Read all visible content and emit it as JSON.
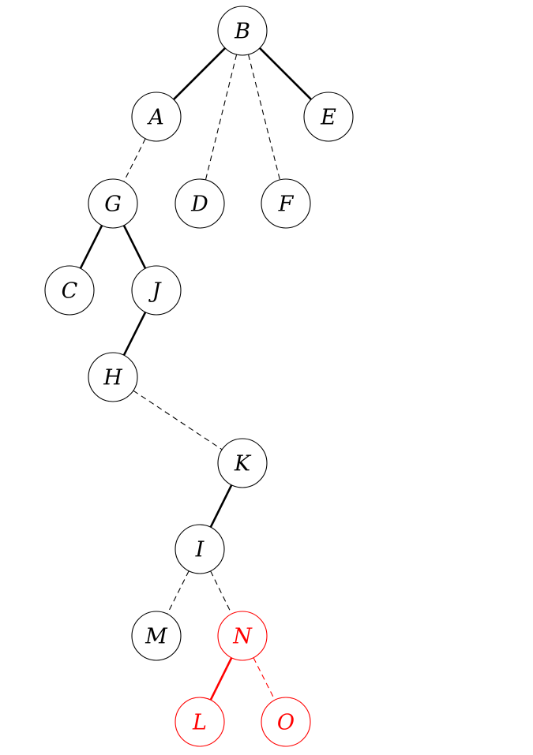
{
  "colors": {
    "default": "#000000",
    "highlight": "#ff0000"
  },
  "nodes": [
    {
      "id": "B",
      "label": "B",
      "highlight": false
    },
    {
      "id": "A",
      "label": "A",
      "highlight": false
    },
    {
      "id": "E",
      "label": "E",
      "highlight": false
    },
    {
      "id": "G",
      "label": "G",
      "highlight": false
    },
    {
      "id": "D",
      "label": "D",
      "highlight": false
    },
    {
      "id": "F",
      "label": "F",
      "highlight": false
    },
    {
      "id": "C",
      "label": "C",
      "highlight": false
    },
    {
      "id": "J",
      "label": "J",
      "highlight": false
    },
    {
      "id": "H",
      "label": "H",
      "highlight": false
    },
    {
      "id": "K",
      "label": "K",
      "highlight": false
    },
    {
      "id": "I",
      "label": "I",
      "highlight": false
    },
    {
      "id": "M",
      "label": "M",
      "highlight": false
    },
    {
      "id": "N",
      "label": "N",
      "highlight": true
    },
    {
      "id": "L",
      "label": "L",
      "highlight": true
    },
    {
      "id": "O",
      "label": "O",
      "highlight": true
    }
  ],
  "edges": [
    {
      "from": "B",
      "to": "A",
      "style": "solid",
      "highlight": false
    },
    {
      "from": "B",
      "to": "D",
      "style": "dashed",
      "highlight": false
    },
    {
      "from": "B",
      "to": "F",
      "style": "dashed",
      "highlight": false
    },
    {
      "from": "B",
      "to": "E",
      "style": "solid",
      "highlight": false
    },
    {
      "from": "A",
      "to": "G",
      "style": "dashed",
      "highlight": false
    },
    {
      "from": "G",
      "to": "C",
      "style": "solid",
      "highlight": false
    },
    {
      "from": "G",
      "to": "J",
      "style": "solid",
      "highlight": false
    },
    {
      "from": "J",
      "to": "H",
      "style": "solid",
      "highlight": false
    },
    {
      "from": "H",
      "to": "K",
      "style": "dashed",
      "highlight": false
    },
    {
      "from": "K",
      "to": "I",
      "style": "solid",
      "highlight": false
    },
    {
      "from": "I",
      "to": "M",
      "style": "dashed",
      "highlight": false
    },
    {
      "from": "I",
      "to": "N",
      "style": "dashed",
      "highlight": false
    },
    {
      "from": "N",
      "to": "L",
      "style": "solid",
      "highlight": true
    },
    {
      "from": "N",
      "to": "O",
      "style": "dashed",
      "highlight": true
    }
  ]
}
